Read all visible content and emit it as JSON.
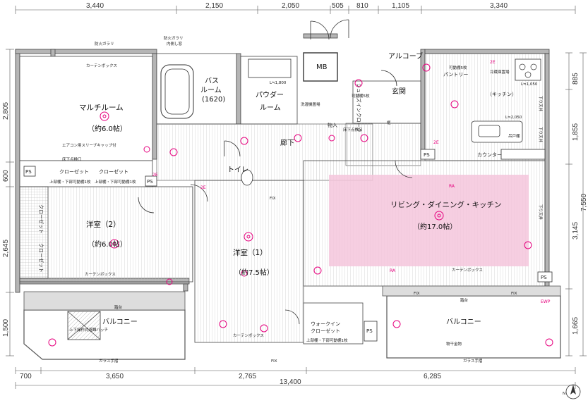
{
  "dimensions": {
    "top": [
      "3,440",
      "2,150",
      "2,050",
      "505",
      "810",
      "1,105",
      "3,340"
    ],
    "bottom": [
      "700",
      "3,650",
      "2,765",
      "6,285"
    ],
    "total_width": "13,400",
    "left": [
      "2,805",
      "600",
      "2,645",
      "1,500"
    ],
    "right": [
      "885",
      "1,855",
      "3,145",
      "1,665"
    ],
    "total_height": "7,550"
  },
  "rooms": {
    "multi_room": "マルチルーム",
    "multi_room_size": "（約6.0帖）",
    "bath_room_line1": "バス",
    "bath_room_line2": "ルーム",
    "bath_room_size": "(1620)",
    "powder_room_line1": "パウダー",
    "powder_room_line2": "ルーム",
    "wash_machine_place": "洗濯機置場",
    "shoes_closet": "シューズインクローク",
    "entrance": "玄関",
    "alcove": "アルコーブ",
    "mb": "MB",
    "pantry": "パントリー",
    "kitchen": "（キッチン）",
    "corridor": "廊下",
    "toilet": "トイレ",
    "western_room_2": "洋室（2）",
    "western_room_2_size": "（約6.0帖）",
    "western_room_1": "洋室（1）",
    "western_room_1_size": "（約7.5帖）",
    "ldk": "リビング・ダイニング・キッチン",
    "ldk_size": "（約17.0帖）",
    "walk_in_closet_line1": "ウォークイン",
    "walk_in_closet_line2": "クローゼット",
    "balcony_left": "バルコニー",
    "balcony_right": "バルコニー",
    "closet_a": "クローゼット",
    "closet_b": "クローゼット",
    "closet_c": "クローゼット",
    "closet_d": "クローゼット",
    "storage": "物入",
    "counter": "カウンター",
    "ps": "PS"
  },
  "labels": {
    "skylight_gallery": "防火ガラリ",
    "skylight_gallery_2": "防火ガラリ",
    "inner_window": "内側し窓",
    "curtain_box": "カーテンボックス",
    "curtain_box_2": "カーテンボックス",
    "curtain_box_3": "カーテンボックス",
    "curtain_box_4": "カーテンボックス",
    "aircon_sleeve": "エアコン用スリーブキャップ付",
    "floor_storage": "床下点検口",
    "upper_shelf": "上部棚・下部可動棚1枚",
    "upper_shelf_2": "上部棚・下部可動棚1枚",
    "upper_shelf_3": "上部棚・下部可動棚1枚",
    "hanging_shelf": "吊戸棚",
    "fridge_place": "冷蔵庫置場",
    "movable_shelf_5": "可動棚5枚",
    "down_ceiling": "下り天井",
    "down_ceiling_2": "下り天井",
    "down_ceiling_3": "下り天井",
    "lh_1800": "L≒1,800",
    "lh_1050": "L≒1,050",
    "lh_2050": "L≒2,050",
    "lower_stock": "床下点検口",
    "bridge": "踏台",
    "bridge_2": "踏台",
    "glass_rail": "ガラス手摺",
    "glass_rail_2": "ガラス手摺",
    "fix": "FIX",
    "fix_2": "FIX",
    "fix_3": "FIX",
    "fix_4": "FIX",
    "evacuation_hatch": "上下操作式避難ハッチ",
    "ewp": "EWP",
    "planter": "物干金物",
    "shoes_shelf": "可動棚5枚",
    "sub_entry": "框"
  },
  "colors": {
    "ldk_fill": "#f4c6dc",
    "wall": "#b5b5b5",
    "line": "#333333",
    "magenta": "#e6007e",
    "balcony_edge": "#555555"
  },
  "north_icon": "compass-north-icon"
}
